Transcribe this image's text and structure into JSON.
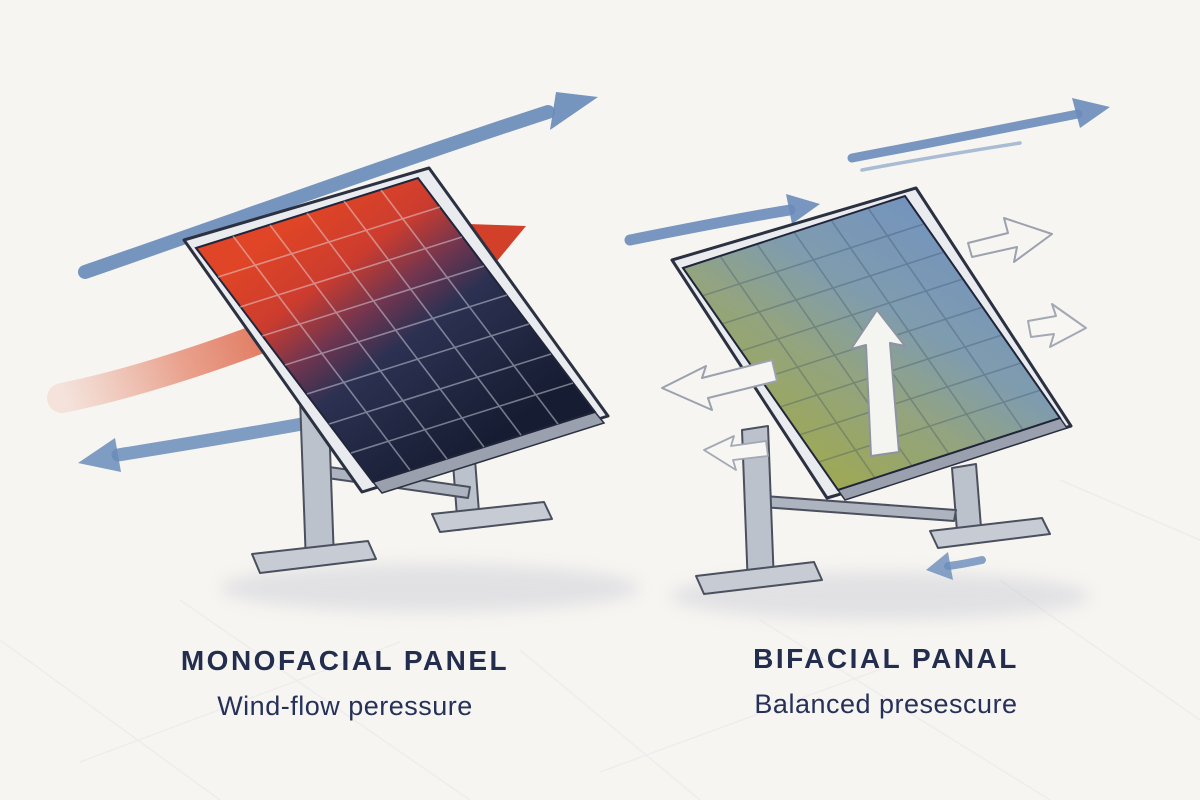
{
  "colors": {
    "background": "#f7f5f1",
    "wind_blue": "#6a8cba",
    "pressure_red": "#d2402a",
    "panel_frame": "#e9ebef",
    "mono_panel_top": "#df4526",
    "mono_panel_bottom": "#161c31",
    "bi_panel_blue": "#7494bd",
    "bi_panel_green": "#9fa94f",
    "text": "#232d4e"
  },
  "left_figure": {
    "title": "MONOFACIAL PANEL",
    "subtitle": "Wind-flow peressure"
  },
  "right_figure": {
    "title": "BIFACIAL PANAL",
    "subtitle": "Balanced presescure"
  }
}
